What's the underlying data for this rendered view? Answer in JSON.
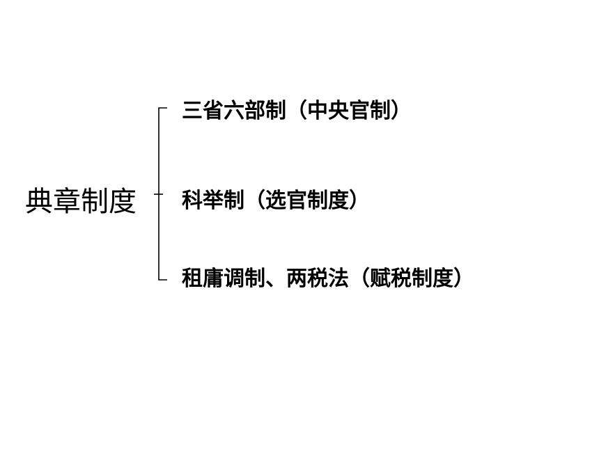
{
  "root": {
    "label": "典章制度"
  },
  "branches": [
    {
      "label": "三省六部制（中央官制）"
    },
    {
      "label": "科举制（选官制度）"
    },
    {
      "label": "租庸调制、两税法（赋税制度）"
    }
  ],
  "colors": {
    "text": "#000000",
    "line": "#000000",
    "background": "#ffffff"
  }
}
